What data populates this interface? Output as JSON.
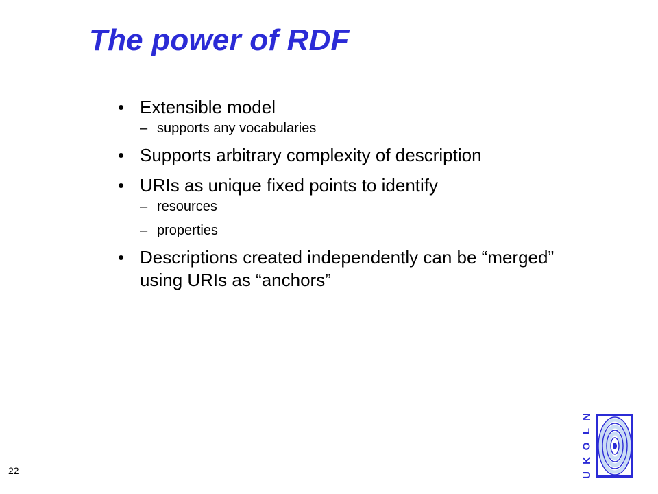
{
  "slide": {
    "title": "The power of RDF",
    "page_number": "22",
    "bullets": [
      {
        "text": "Extensible model",
        "sub": [
          "supports any vocabularies"
        ]
      },
      {
        "text": "Supports arbitrary complexity of description",
        "sub": []
      },
      {
        "text": "URIs as unique fixed points to identify",
        "sub": [
          "resources",
          "properties"
        ]
      },
      {
        "text": "Descriptions created independently can be “merged” using URIs as “anchors”",
        "sub": []
      }
    ]
  },
  "logo": {
    "letters": [
      "U",
      "K",
      "O",
      "L",
      "N"
    ],
    "icon": "ukoln-logo-icon"
  },
  "colors": {
    "title": "#2b2bd6",
    "logo_blue": "#2b2bd6",
    "logo_light": "#c9dcf5"
  }
}
